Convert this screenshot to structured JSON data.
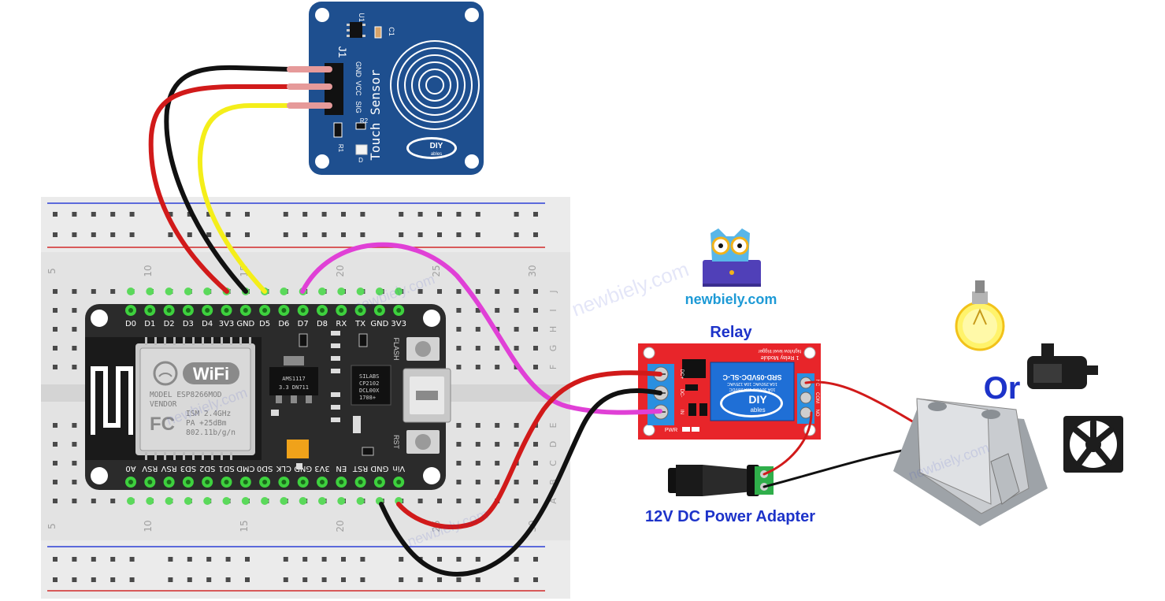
{
  "touch_sensor": {
    "title": "Touch Sensor",
    "header": "J1",
    "pins": [
      "GND",
      "VCC",
      "SIG"
    ],
    "ic_label": "U1",
    "cap_label": "C1",
    "r1_label": "R1",
    "r2_label": "R2",
    "led_label": "D",
    "logo_text": "DIY",
    "logo_sub": "ables"
  },
  "nodemcu": {
    "top_pins": [
      "D0",
      "D1",
      "D2",
      "D3",
      "D4",
      "3V3",
      "GND",
      "D5",
      "D6",
      "D7",
      "D8",
      "RX",
      "TX",
      "GND",
      "3V3"
    ],
    "bottom_pins": [
      "A0",
      "RSV",
      "RSV",
      "SD3",
      "SD2",
      "SD1",
      "CMD",
      "SD0",
      "CLK",
      "GND",
      "3V3",
      "EN",
      "RST",
      "GND",
      "Vin"
    ],
    "wifi_text": "WiFi",
    "module_lines": [
      "MODEL  ESP8266MOD",
      "VENDOR",
      "ISM 2.4GHz",
      "PA +25dBm",
      "802.11b/g/n"
    ],
    "fcc": "FC",
    "ams_chip": [
      "AMS1117",
      "3.3  DN711"
    ],
    "usb_chip": [
      "SILABS",
      "CP2102",
      "DCL00X",
      "1708+"
    ],
    "flash_label": "FLASH",
    "rst_label": "RST"
  },
  "breadboard": {
    "column_numbers": [
      "5",
      "10",
      "15",
      "20",
      "25",
      "30"
    ],
    "row_letters_top": [
      "J",
      "I",
      "H",
      "G",
      "F"
    ],
    "row_letters_bottom": [
      "E",
      "D",
      "C",
      "B",
      "A"
    ]
  },
  "relay": {
    "heading": "Relay",
    "module_title": "1 Relay Module",
    "module_sub": "high/low level trigger",
    "relay_part": "SRD-05VDC-SL-C",
    "relay_specs": [
      "10A 250VAC 10A 125VAC",
      "10A 30VDC 10A 28VDC"
    ],
    "logo_text": "DIY",
    "logo_sub": "ables",
    "left_terminals": [
      "DC+",
      "DC-",
      "IN"
    ],
    "right_terminals": [
      "NC",
      "COM",
      "NO"
    ],
    "pwr_label": "PWR"
  },
  "adapter": {
    "label": "12V DC Power Adapter"
  },
  "brand": {
    "name": "newbiely.com",
    "watermark": "newbiely.com"
  },
  "loads": {
    "or_text": "Or"
  },
  "colors": {
    "brand_blue": "#1d33c9",
    "relay_red": "#e8252a",
    "sensor_blue": "#1e4f8f",
    "board_black": "#2b2b2b",
    "wire_pink": "#e040d6",
    "wire_yellow": "#f4ee1a",
    "wire_red": "#d11a1a",
    "wire_black": "#111111"
  }
}
